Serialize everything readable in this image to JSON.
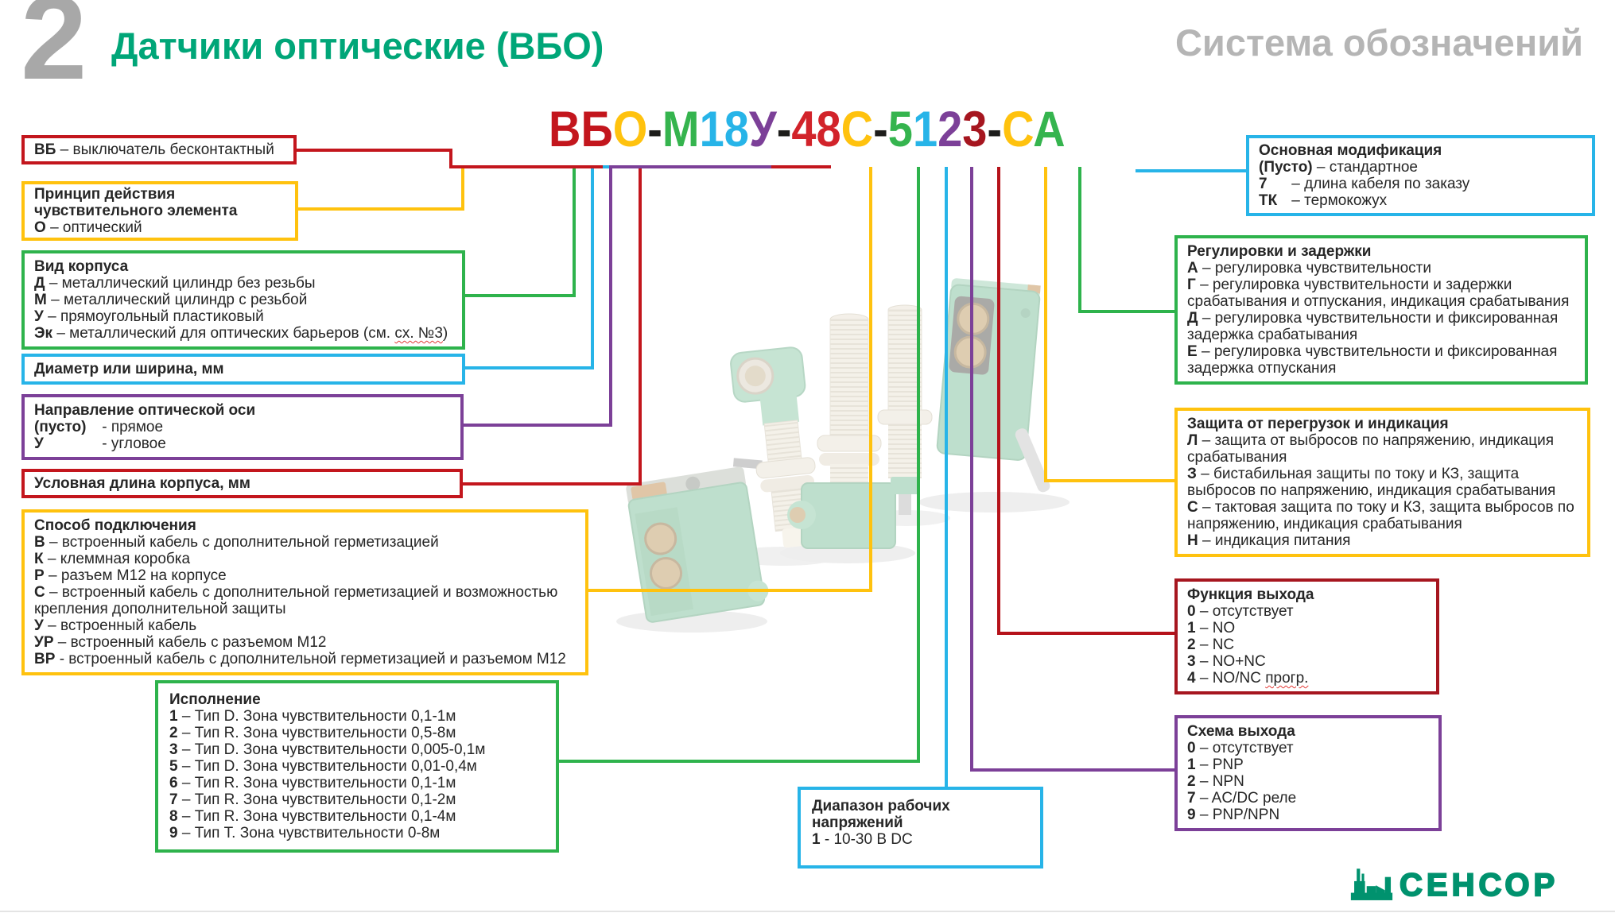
{
  "header": {
    "badge": "2",
    "title": "Датчики оптические (ВБО)",
    "subtitle": "Система обозначений"
  },
  "code": {
    "segments": [
      {
        "t": "ВБ",
        "c": "#c3161d"
      },
      {
        "t": "О",
        "c": "#ffc20e"
      },
      {
        "t": "-",
        "c": "#1d1d1b"
      },
      {
        "t": "М",
        "c": "#35b44e"
      },
      {
        "t": "18",
        "c": "#27b4e8"
      },
      {
        "t": "У",
        "c": "#7c4098"
      },
      {
        "t": "-",
        "c": "#1d1d1b"
      },
      {
        "t": "48",
        "c": "#d2232a"
      },
      {
        "t": "С",
        "c": "#ffc20e"
      },
      {
        "t": "-",
        "c": "#1d1d1b"
      },
      {
        "t": "5",
        "c": "#35b44e"
      },
      {
        "t": "1",
        "c": "#27b4e8"
      },
      {
        "t": "2",
        "c": "#7c4098"
      },
      {
        "t": "3",
        "c": "#a6161f"
      },
      {
        "t": "-",
        "c": "#1d1d1b"
      },
      {
        "t": "С",
        "c": "#ffc20e"
      },
      {
        "t": "А",
        "c": "#35b44e"
      }
    ]
  },
  "boxes": {
    "b_vb": {
      "rows": [
        {
          "k": "ВБ",
          "t": "– выключатель бесконтактный"
        }
      ]
    },
    "b_principle": {
      "title": "Принцип действия чувствительного элемента",
      "rows": [
        {
          "k": "О",
          "t": "– оптический"
        }
      ]
    },
    "b_body": {
      "title": "Вид корпуса",
      "rows": [
        {
          "k": "Д",
          "t": "– металлический цилиндр без резьбы"
        },
        {
          "k": "М",
          "t": "– металлический цилиндр с резьбой"
        },
        {
          "k": "У",
          "t": "– прямоугольный пластиковый"
        },
        {
          "k": "Эк",
          "t": "– металлический для оптических барьеров (см. ",
          "w": "сх. №3",
          "t2": ")"
        }
      ]
    },
    "b_diameter": {
      "title": "Диаметр или ширина, мм"
    },
    "b_axis": {
      "title": "Направление оптической оси",
      "rows": [
        {
          "k": "(пусто)",
          "t": "- прямое"
        },
        {
          "k": "У",
          "t": "- угловое"
        }
      ]
    },
    "b_length": {
      "title": "Условная длина корпуса, мм"
    },
    "b_connection": {
      "title": "Способ подключения",
      "rows": [
        {
          "k": "В",
          "t": "– встроенный кабель с дополнительной герметизацией"
        },
        {
          "k": "К",
          "t": "– клеммная коробка"
        },
        {
          "k": "Р",
          "t": "– разъем М12 на корпусе"
        },
        {
          "k": "С",
          "t": "– встроенный кабель с дополнительной герметизацией и возможностью крепления дополнительной защиты"
        },
        {
          "k": "У",
          "t": "– встроенный кабель"
        },
        {
          "k": "УР",
          "t": "– встроенный кабель с разъемом М12"
        },
        {
          "k": "ВР",
          "t": "- встроенный кабель с дополнительной герметизацией и разъемом М12"
        }
      ]
    },
    "b_version": {
      "title": "Исполнение",
      "rows": [
        {
          "k": "1",
          "t": "– Тип D. Зона чувствительности 0,1-1м"
        },
        {
          "k": "2",
          "t": "– Тип R. Зона чувствительности 0,5-8м"
        },
        {
          "k": "3",
          "t": "– Тип D. Зона чувствительности 0,005-0,1м"
        },
        {
          "k": "5",
          "t": "– Тип D. Зона чувствительности 0,01-0,4м"
        },
        {
          "k": "6",
          "t": "– Тип R. Зона чувствительности 0,1-1м"
        },
        {
          "k": "7",
          "t": "– Тип R. Зона чувствительности 0,1-2м"
        },
        {
          "k": "8",
          "t": "– Тип R. Зона чувствительности 0,1-4м"
        },
        {
          "k": "9",
          "t": "– Тип Т. Зона чувствительности 0-8м"
        }
      ]
    },
    "b_voltage": {
      "title": "Диапазон рабочих напряжений",
      "rows": [
        {
          "k": "1",
          "t": "- 10-30 В DC"
        }
      ]
    },
    "b_modification": {
      "title": "Основная модификация",
      "rows": [
        {
          "k": "(Пусто)",
          "t": "– стандартное"
        },
        {
          "k": "7",
          "t": "– длина кабеля по заказу"
        },
        {
          "k": "ТК",
          "t": "– термокожух"
        }
      ]
    },
    "b_adjust": {
      "title": "Регулировки и задержки",
      "rows": [
        {
          "k": "А",
          "t": "– регулировка чувствительности"
        },
        {
          "k": "Г",
          "t": "– регулировка чувствительности и задержки срабатывания и отпускания, индикация срабатывания"
        },
        {
          "k": "Д",
          "t": "– регулировка чувствительности и фиксированная задержка срабатывания"
        },
        {
          "k": "Е",
          "t": "– регулировка чувствительности и фиксированная задержка отпускания"
        }
      ]
    },
    "b_protection": {
      "title": "Защита от перегрузок и индикация",
      "rows": [
        {
          "k": "Л",
          "t": "– защита от выбросов по напряжению, индикация срабатывания"
        },
        {
          "k": "З",
          "t": "– бистабильная защиты по току и КЗ, защита выбросов по напряжению, индикация срабатывания"
        },
        {
          "k": "С",
          "t": "– тактовая защита по току и КЗ, защита выбросов по напряжению, индикация срабатывания"
        },
        {
          "k": "Н",
          "t": "– индикация питания"
        }
      ]
    },
    "b_function": {
      "title": "Функция выхода",
      "rows": [
        {
          "k": "0",
          "t": "– отсутствует"
        },
        {
          "k": "1",
          "t": "– NO"
        },
        {
          "k": "2",
          "t": "– NC"
        },
        {
          "k": "3",
          "t": "– NO+NC"
        },
        {
          "k": "4",
          "t": "– NO/NC ",
          "w": "прогр.",
          "t2": ""
        }
      ]
    },
    "b_output": {
      "title": "Схема выхода",
      "rows": [
        {
          "k": "0",
          "t": "– отсутствует"
        },
        {
          "k": "1",
          "t": "– PNP"
        },
        {
          "k": "2",
          "t": "– NPN"
        },
        {
          "k": "7",
          "t": "– AC/DC реле"
        },
        {
          "k": "9",
          "t": "– PNP/NPN"
        }
      ]
    }
  },
  "logo": {
    "text": "СЕНСОР"
  },
  "palette": {
    "red": "#c3161d",
    "dark_red": "#a6161f",
    "yellow": "#ffc20e",
    "green": "#2eb34c",
    "cyan": "#27b4e8",
    "purple": "#7c4098",
    "title_teal": "#00a678",
    "logo_teal": "#00926e",
    "badge_gray": "#a8a8a8",
    "subtitle_gray": "#b5b5b5"
  }
}
